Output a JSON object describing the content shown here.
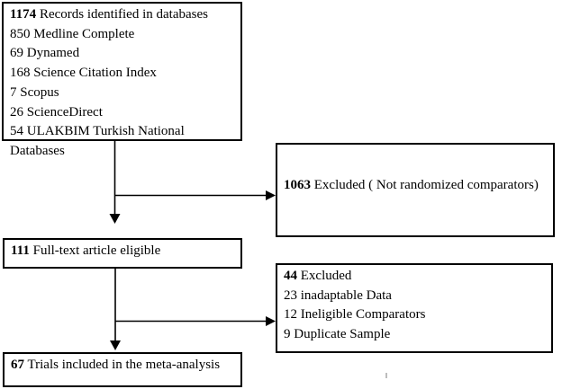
{
  "diagram": {
    "type": "prisma-flowchart",
    "colors": {
      "border": "#000000",
      "background": "#ffffff",
      "text": "#000000"
    },
    "boxes": {
      "records_identified": {
        "header": {
          "value": "1174",
          "text": "Records identified in databases"
        },
        "items": [
          {
            "value": "850",
            "text": "Medline Complete"
          },
          {
            "value": "69",
            "text": "Dynamed"
          },
          {
            "value": "168",
            "text": "Science Citation Index"
          },
          {
            "value": "7",
            "text": "Scopus"
          },
          {
            "value": "26",
            "text": "ScienceDirect"
          },
          {
            "value": "54",
            "text": "ULAKBIM Turkish National Databases"
          }
        ]
      },
      "excluded_screening": {
        "header": {
          "value": "1063",
          "text": "Excluded ( Not randomized comparators)"
        }
      },
      "fulltext_eligible": {
        "header": {
          "value": "111",
          "text": "Full-text article eligible"
        }
      },
      "excluded_fulltext": {
        "header": {
          "value": "44",
          "text": "Excluded"
        },
        "items": [
          {
            "value": "23",
            "text": "inadaptable Data"
          },
          {
            "value": "12",
            "text": "Ineligible Comparators"
          },
          {
            "value": "9",
            "text": "Duplicate Sample"
          }
        ]
      },
      "included": {
        "header": {
          "value": "67",
          "text": "Trials included in the meta-analysis"
        }
      }
    }
  }
}
